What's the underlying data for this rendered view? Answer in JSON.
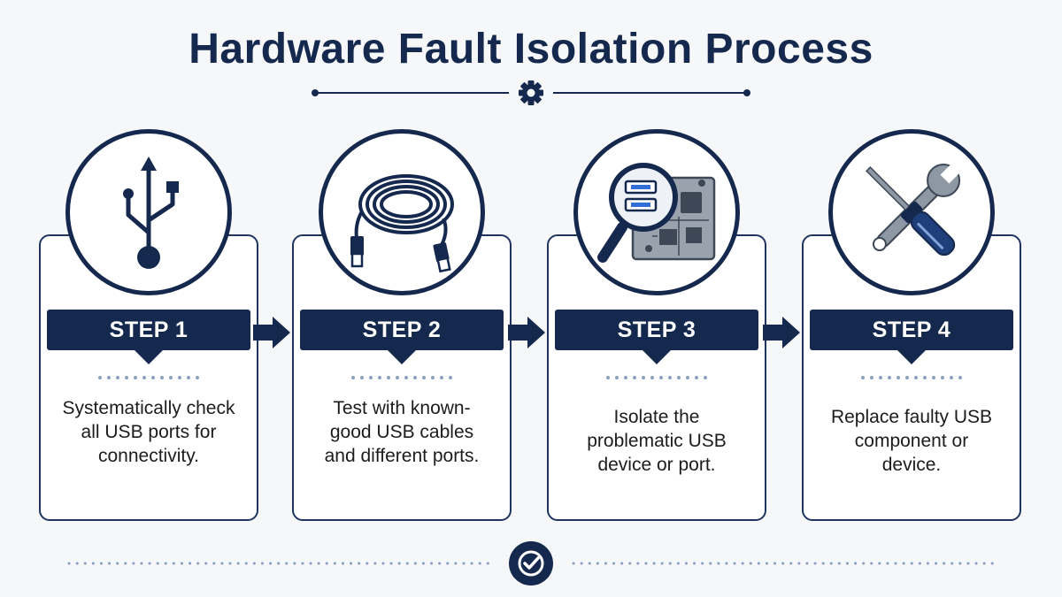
{
  "title": "Hardware Fault Isolation Process",
  "colors": {
    "navy": "#15284d",
    "accent": "#1f3560",
    "dots": "#8aa0c2",
    "card": "#ffffff",
    "background": "#f6f7f9"
  },
  "steps": [
    {
      "label": "STEP 1",
      "icon": "usb-symbol-icon",
      "description": "Systematically check all USB ports for connectivity."
    },
    {
      "label": "STEP 2",
      "icon": "usb-cable-icon",
      "description": "Test with known-good USB cables and different ports."
    },
    {
      "label": "STEP 3",
      "icon": "magnifier-circuit-board-icon",
      "description": "Isolate the problematic USB device or port."
    },
    {
      "label": "STEP 4",
      "icon": "wrench-screwdriver-icon",
      "description": "Replace faulty USB component or device."
    }
  ],
  "decorations": {
    "title_icon": "gear-icon",
    "footer_icon": "checkmark-icon",
    "flow_icon": "arrow-right-icon"
  }
}
